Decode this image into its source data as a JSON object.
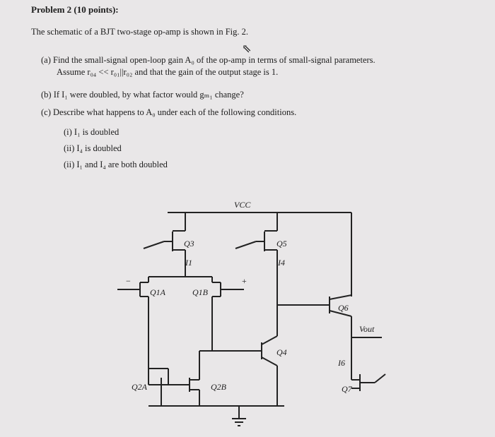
{
  "problem": {
    "title": "Problem 2 (10 points):",
    "intro": "The schematic of a BJT two-stage op-amp is shown in Fig. 2.",
    "qa_line1": "(a) Find the small-signal open-loop gain A₀ of the op-amp in terms of small-signal parameters.",
    "qa_line2": "Assume r₀₄ << r₀₁||r₀₂ and that the gain of the output stage is 1.",
    "qb": "(b) If I₁ were doubled, by what factor would gₘ₁ change?",
    "qc": "(c) Describe what happens to A₀ under each of the following conditions.",
    "c1": "(i) I₁ is doubled",
    "c2": "(ii) I₄ is doubled",
    "c3": "(ii) I₁ and I₄ are both doubled"
  },
  "circuit": {
    "vcc": "VCC",
    "q3": "Q3",
    "q5": "Q5",
    "q1a": "Q1A",
    "q1b": "Q1B",
    "q2a": "Q2A",
    "q2b": "Q2B",
    "q4": "Q4",
    "q6": "Q6",
    "q7": "Q7",
    "i1": "I1",
    "i4": "I4",
    "i6": "I6",
    "vout": "Vout",
    "minus": "−",
    "plus": "+"
  }
}
